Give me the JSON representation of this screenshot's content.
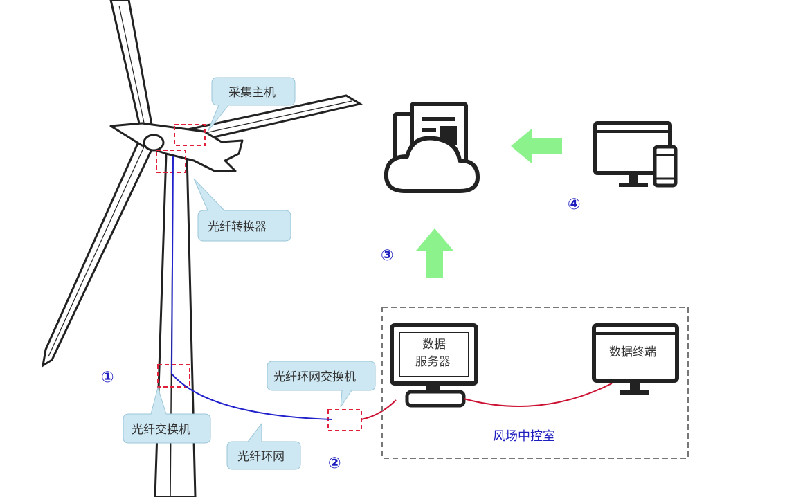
{
  "colors": {
    "callout_fill": "#cde8f3",
    "fiber_blue": "#2222cc",
    "link_red": "#cc1133",
    "dash_red": "#e0203a",
    "arrow_green": "#8cf28c",
    "number_blue": "#1f1fbf",
    "outline": "#222222",
    "room_border": "#777777"
  },
  "callouts": {
    "collector_host": "采集主机",
    "fiber_converter": "光纤转换器",
    "fiber_switch": "光纤交换机",
    "fiber_ring": "光纤环网",
    "ring_switch": "光纤环网交换机"
  },
  "numbers": {
    "step1": "①",
    "step2": "②",
    "step3": "③",
    "step4": "④"
  },
  "control_room": {
    "label": "风场中控室",
    "server_line1": "数据",
    "server_line2": "服务器",
    "terminal": "数据终端"
  },
  "icons": {
    "cloud": "cloud-document-icon",
    "devices": "desktop-phone-icon",
    "arrow_left": "arrow-left-icon",
    "arrow_up": "arrow-up-icon"
  }
}
